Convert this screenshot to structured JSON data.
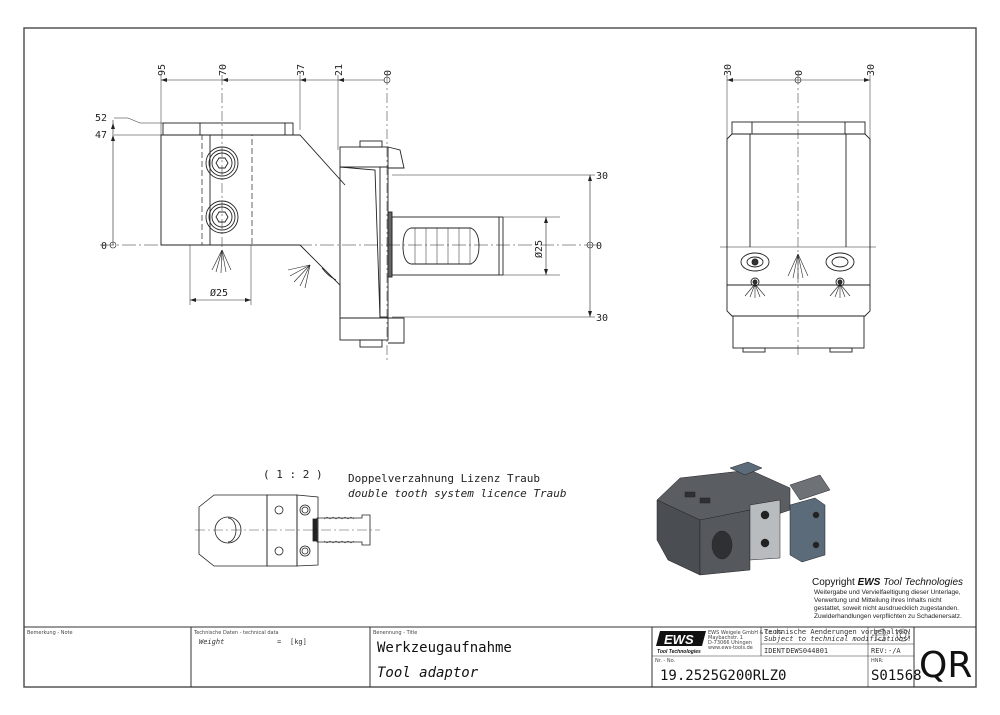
{
  "drawing": {
    "front_view": {
      "horizontal_dims": [
        "95",
        "70",
        "37",
        "21",
        "0"
      ],
      "vertical_dims": [
        "52",
        "47",
        "0"
      ],
      "bore_dim": "Ø25"
    },
    "shank": {
      "right_dims": [
        "30",
        "0",
        "30"
      ],
      "shank_dim": "Ø25"
    },
    "side_view": {
      "dims": [
        "30",
        "0",
        "30"
      ]
    },
    "top_view": {
      "scale": "( 1 : 2 )",
      "note_de": "Doppelverzahnung Lizenz Traub",
      "note_en": "double tooth system licence Traub"
    },
    "iso_render": {
      "body_color": "#4a4d52",
      "clamp_color": "#5b6b7a"
    }
  },
  "copyright": {
    "prefix": "Copyright ",
    "brand": "EWS",
    "suffix": " Tool Technologies",
    "lines": [
      "Weitergabe und Vervielfaeltigung dieser Unterlage,",
      "Verwertung und Mitteilung ihres Inhalts nicht",
      "gestattet, soweit nicht ausdruecklich zugestanden.",
      "Zuwiderhandlungen verpflichten zu Schadenersatz."
    ]
  },
  "title_block": {
    "note_label": "Bemerkung - Note",
    "tech_label": "Technische Daten - technical data",
    "weight_label": "Weight",
    "weight_eq": "=",
    "weight_unit": "[kg]",
    "title_label": "Benennung - Title",
    "title_de": "Werkzeugaufnahme",
    "title_en": "Tool adaptor",
    "logo_text": "EWS",
    "logo_sub": "Tool Technologies",
    "company_lines": [
      "EWS Weigele GmbH & Co. KG",
      "Maybachstr. 1",
      "D-73066 Uhingen",
      "www.ews-tools.de"
    ],
    "change_de": "Technische Aenderungen vorbehalten!",
    "change_en": "Subject to technical modifications!",
    "ident_label": "IDENT:",
    "ident_value": "DEWS044801",
    "rev_label": "REV:",
    "rev_value": "-/A",
    "nr_label": "Nr. - No.",
    "nr_value": "19.2525G200RLZ0",
    "hnr_label": "HNR:",
    "hnr_value": "S01568",
    "qr": "QR"
  }
}
